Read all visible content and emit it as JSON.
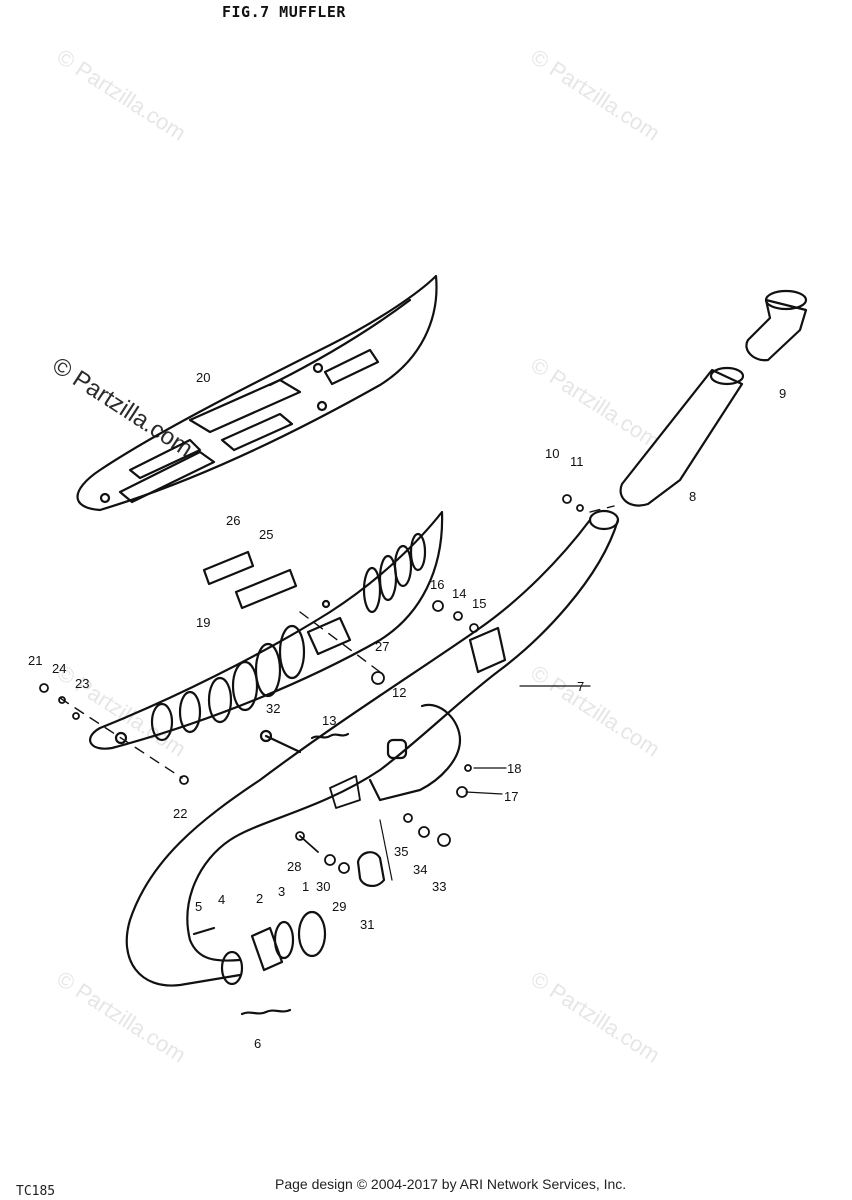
{
  "header": {
    "title": "FIG.7  MUFFLER"
  },
  "footer": {
    "credit": "Page design © 2004-2017 by ARI Network Services, Inc.",
    "model": "TC185"
  },
  "watermark": {
    "text": "© Partzilla.com"
  },
  "callouts": [
    "1",
    "2",
    "3",
    "4",
    "5",
    "6",
    "7",
    "8",
    "9",
    "10",
    "11",
    "12",
    "13",
    "14",
    "15",
    "16",
    "17",
    "18",
    "19",
    "20",
    "21",
    "22",
    "23",
    "24",
    "25",
    "26",
    "27",
    "28",
    "29",
    "30",
    "31",
    "32",
    "33",
    "34",
    "35"
  ],
  "colors": {
    "ink": "#111111",
    "watermark": "#e6e6e6"
  }
}
